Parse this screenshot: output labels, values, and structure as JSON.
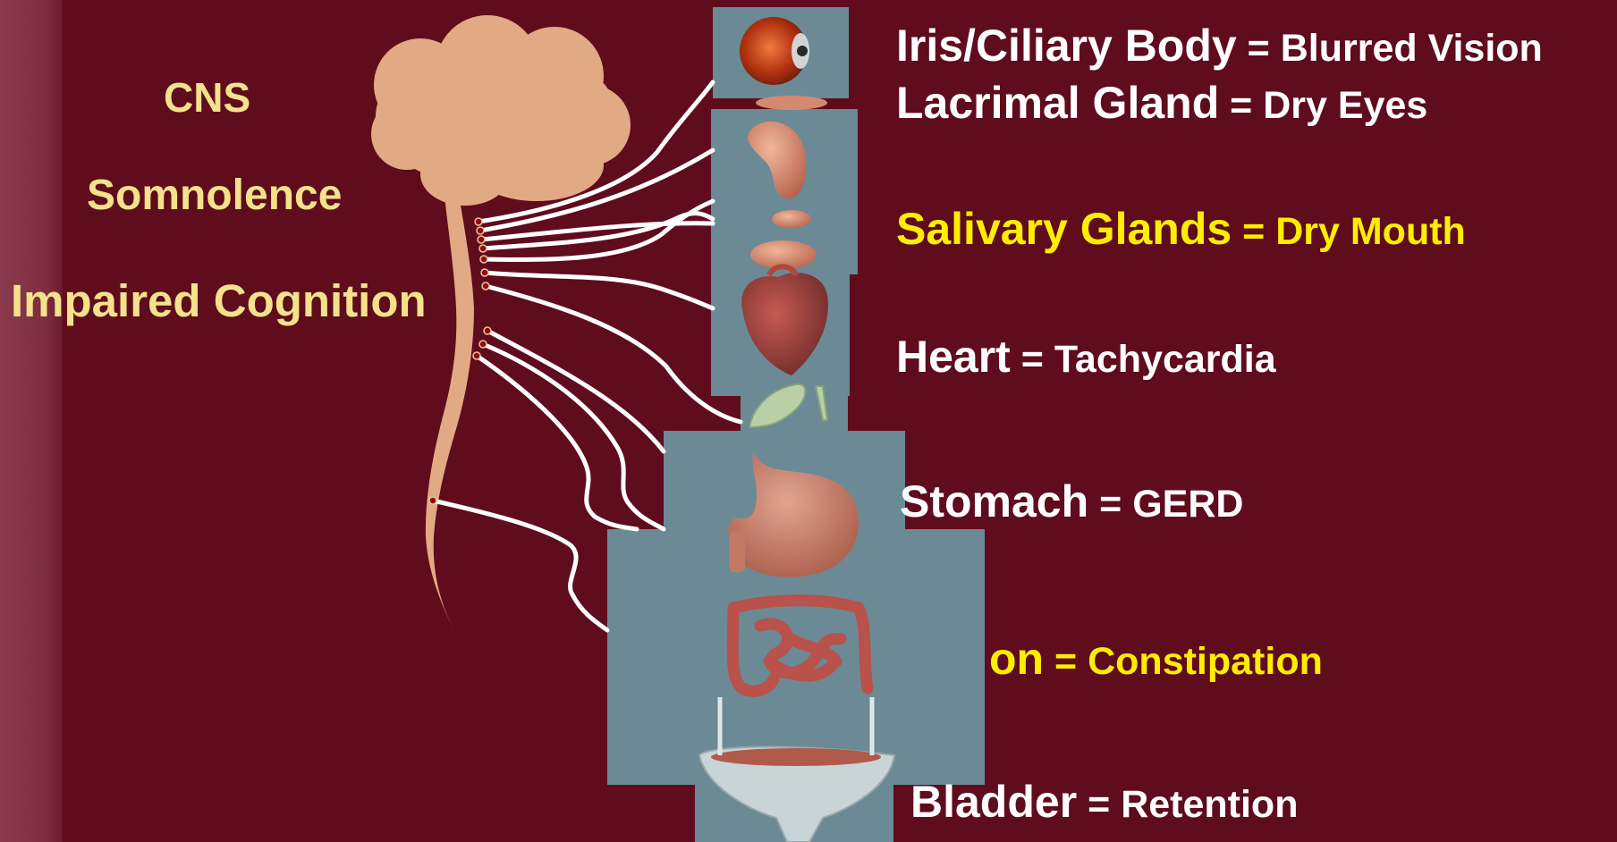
{
  "cns": {
    "title": "CNS",
    "effects": [
      "Somnolence",
      "Impaired Cognition"
    ]
  },
  "organs": [
    {
      "name": "Iris/Ciliary Body",
      "effect": "Blurred Vision",
      "color": "#ffffff"
    },
    {
      "name": "Lacrimal Gland",
      "effect": "Dry Eyes",
      "color": "#ffffff"
    },
    {
      "name": "Salivary Glands",
      "effect": "Dry Mouth",
      "color": "#ffee00"
    },
    {
      "name": "Heart",
      "effect": "Tachycardia",
      "color": "#ffffff"
    },
    {
      "name": "Stomach",
      "effect": "GERD",
      "color": "#ffffff"
    },
    {
      "name": "on",
      "effect": "Constipation",
      "color": "#ffee00"
    },
    {
      "name": "Bladder",
      "effect": "Retention",
      "color": "#ffffff"
    }
  ],
  "separator": " = ",
  "colors": {
    "background": "#5f0c1d",
    "cns_text": "#f3e28a",
    "panel": "#6b8a95",
    "nerve": "#ffffff",
    "brain": "#e2a985"
  }
}
